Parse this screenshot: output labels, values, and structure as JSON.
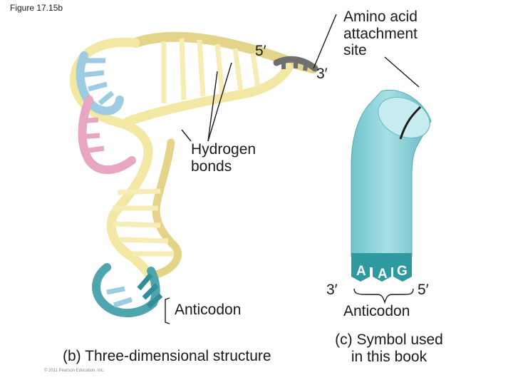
{
  "figure_label": "Figure 17.15b",
  "labels": {
    "five_prime_top": "5′",
    "three_prime_top": "3′",
    "amino_acid_site": "Amino acid\nattachment\nsite",
    "hydrogen_bonds": "Hydrogen\nbonds",
    "anticodon_b": "Anticodon",
    "three_prime_c": "3′",
    "five_prime_c": "5′",
    "anticodon_c": "Anticodon",
    "caption_b": "(b) Three-dimensional structure",
    "caption_c": "(c) Symbol used\nin this book",
    "copyright": "© 2011 Pearson Education, Inc."
  },
  "anticodon_bases": [
    "A",
    "A",
    "G"
  ],
  "colors": {
    "backbone_yellow": "#f3e7a4",
    "backbone_pink": "#e8a6c3",
    "backbone_blue": "#9ccbe2",
    "backbone_teal": "#4fa5ae",
    "acceptor_gray": "#6f6f6f",
    "symbol_cyan": "#8fd3da",
    "symbol_dark_teal": "#2e9aa0"
  }
}
